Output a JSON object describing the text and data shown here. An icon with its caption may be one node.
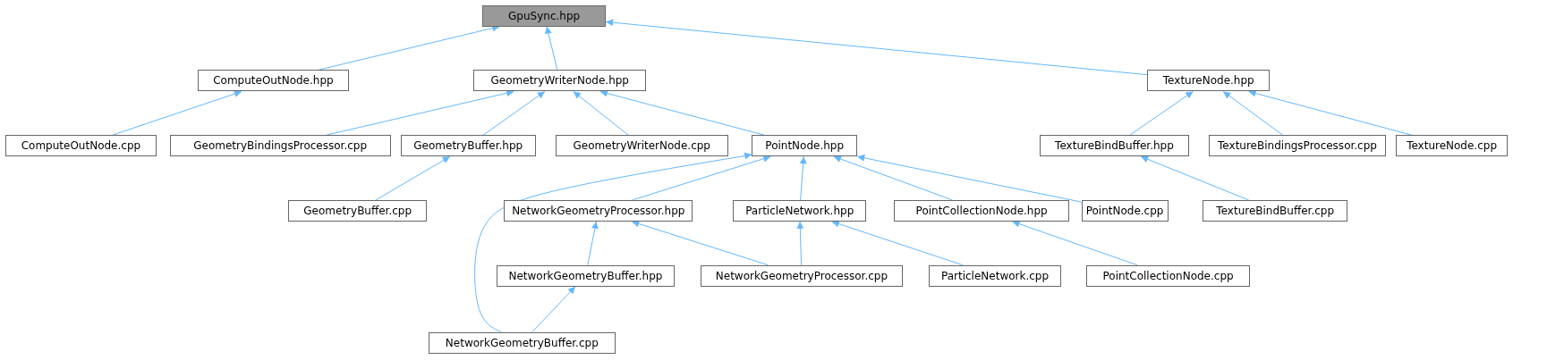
{
  "diagram": {
    "nodes": [
      {
        "text": [
          "GpuSync.hpp"
        ]
      },
      {
        "text": [
          "ComputeOutNode.hpp"
        ]
      },
      {
        "text": [
          "GeometryWriterNode.hpp"
        ]
      },
      {
        "text": [
          "TextureNode.hpp"
        ]
      },
      {
        "text": [
          "ComputeOutNode.cpp"
        ]
      },
      {
        "text": [
          "GeometryBindingsProcessor.cpp"
        ]
      },
      {
        "text": [
          "GeometryBuffer.hpp"
        ]
      },
      {
        "text": [
          "GeometryWriterNode.cpp"
        ]
      },
      {
        "text": [
          "PointNode.hpp"
        ]
      },
      {
        "text": [
          "TextureBindBuffer.hpp"
        ]
      },
      {
        "text": [
          "TextureBindingsProcessor.cpp"
        ]
      },
      {
        "text": [
          "TextureNode.cpp"
        ]
      },
      {
        "text": [
          "GeometryBuffer.cpp"
        ]
      },
      {
        "text": [
          "NetworkGeometryProcessor.hpp"
        ]
      },
      {
        "text": [
          "ParticleNetwork.hpp"
        ]
      },
      {
        "text": [
          "PointCollectionNode.hpp"
        ]
      },
      {
        "text": [
          "PointNode.cpp"
        ]
      },
      {
        "text": [
          "TextureBindBuffer.cpp"
        ]
      },
      {
        "text": [
          "NetworkGeometryBuffer.hpp"
        ]
      },
      {
        "text": [
          "NetworkGeometryProcessor.cpp"
        ]
      },
      {
        "text": [
          "ParticleNetwork.cpp"
        ]
      },
      {
        "text": [
          "PointCollectionNode.cpp"
        ]
      },
      {
        "text": [
          "NetworkGeometryBuffer.cpp"
        ]
      }
    ],
    "edges": [
      {
        "from": 1,
        "to": 0,
        "arrow": "to"
      },
      {
        "from": 2,
        "to": 0,
        "arrow": "to"
      },
      {
        "from": 3,
        "to": 0,
        "arrow": "to"
      },
      {
        "from": 4,
        "to": 1,
        "arrow": "to"
      },
      {
        "from": 5,
        "to": 2,
        "arrow": "to"
      },
      {
        "from": 6,
        "to": 2,
        "arrow": "to"
      },
      {
        "from": 7,
        "to": 2,
        "arrow": "to"
      },
      {
        "from": 8,
        "to": 2,
        "arrow": "to"
      },
      {
        "from": 9,
        "to": 3,
        "arrow": "to"
      },
      {
        "from": 10,
        "to": 3,
        "arrow": "to"
      },
      {
        "from": 11,
        "to": 3,
        "arrow": "to"
      },
      {
        "from": 12,
        "to": 6,
        "arrow": "to"
      },
      {
        "from": 22,
        "to": 8,
        "arrow": "to"
      },
      {
        "from": 13,
        "to": 8,
        "arrow": "to"
      },
      {
        "from": 14,
        "to": 8,
        "arrow": "to"
      },
      {
        "from": 15,
        "to": 8,
        "arrow": "to"
      },
      {
        "from": 16,
        "to": 8,
        "arrow": "to"
      },
      {
        "from": 17,
        "to": 9,
        "arrow": "to"
      },
      {
        "from": 18,
        "to": 13,
        "arrow": "to"
      },
      {
        "from": 19,
        "to": 13,
        "arrow": "to"
      },
      {
        "from": 19,
        "to": 14,
        "arrow": "to"
      },
      {
        "from": 20,
        "to": 14,
        "arrow": "to"
      },
      {
        "from": 21,
        "to": 15,
        "arrow": "to"
      },
      {
        "from": 22,
        "to": 18,
        "arrow": "to"
      }
    ]
  }
}
